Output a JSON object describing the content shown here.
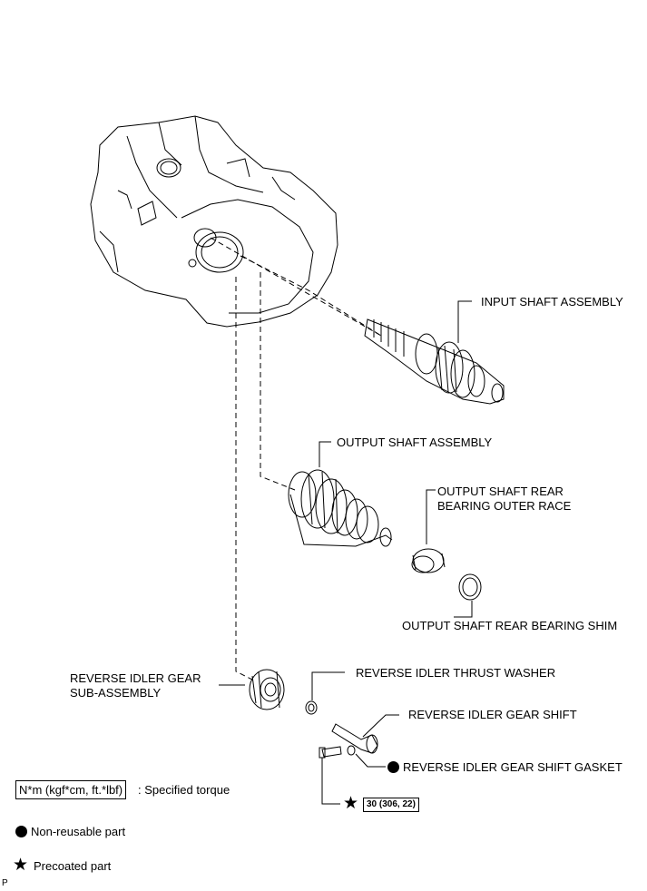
{
  "labels": {
    "input_shaft": "INPUT SHAFT ASSEMBLY",
    "output_shaft": "OUTPUT SHAFT ASSEMBLY",
    "output_race": "OUTPUT SHAFT REAR\nBEARING OUTER RACE",
    "output_shim": "OUTPUT SHAFT REAR BEARING SHIM",
    "reverse_idler_gear": "REVERSE IDLER GEAR\nSUB-ASSEMBLY",
    "thrust_washer": "REVERSE IDLER THRUST WASHER",
    "gear_shift": "REVERSE IDLER GEAR SHIFT",
    "shift_gasket": "REVERSE IDLER GEAR SHIFT GASKET",
    "torque_value": "30 (306, 22)"
  },
  "legend": {
    "torque_box": "N*m (kgf*cm, ft.*lbf)",
    "torque_desc": ": Specified torque",
    "non_reusable": "Non-reusable part",
    "precoated": "Precoated part"
  },
  "corner_mark": "P",
  "colors": {
    "line": "#000000",
    "background": "#ffffff"
  },
  "icons": {
    "non_reusable": "filled-circle-icon",
    "precoated": "star-icon"
  }
}
